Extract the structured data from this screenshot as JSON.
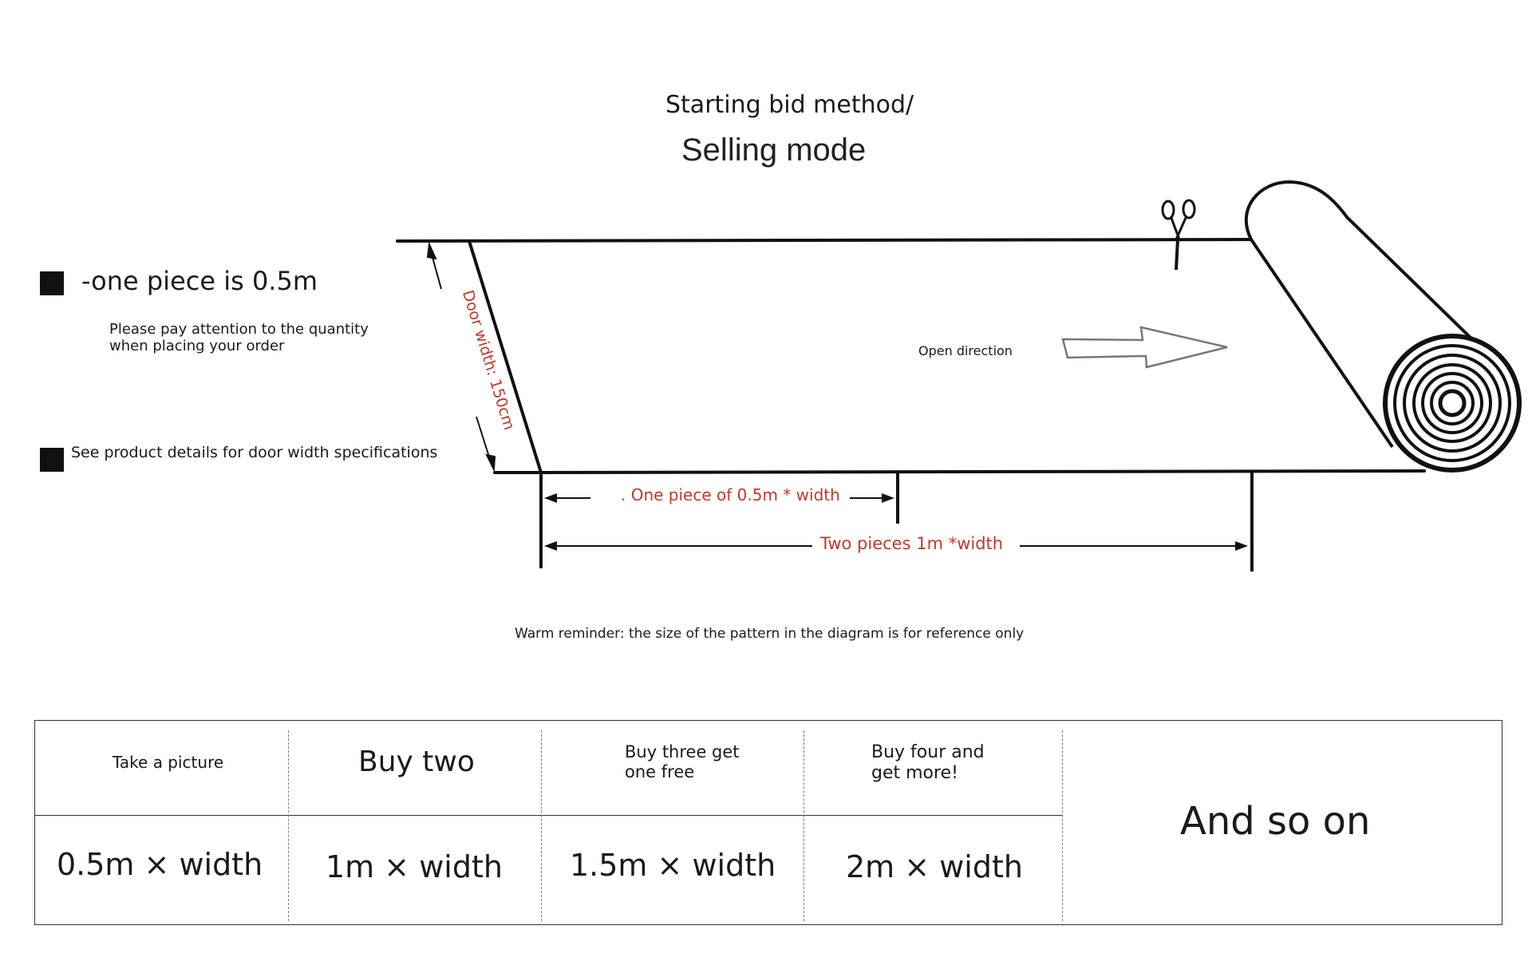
{
  "header": {
    "bid_title": "Starting bid method/",
    "mode_title": "Selling mode"
  },
  "notes": {
    "piece_label": "-one piece is 0.5m",
    "attention": "Please pay attention to the quantity when placing your order",
    "door_spec": "See product details for door width specifications"
  },
  "diagram": {
    "door_width_label": "Door width: 150cm",
    "open_direction_label": "Open direction",
    "half_piece_label": ". One piece of 0.5m * width",
    "two_pieces_label": "Two pieces 1m *width",
    "reminder": "Warm reminder: the size of the pattern in the diagram is for reference only",
    "icons": [
      "scissors-icon",
      "arrow-right-icon",
      "bullet-square-icon"
    ],
    "colors": {
      "label_red": "#c0392b",
      "stroke": "#111111"
    }
  },
  "table": {
    "headers": [
      "Take a picture",
      "Buy two",
      "Buy three get one free",
      "Buy four and get more!"
    ],
    "sizes": [
      "0.5m × width",
      "1m × width",
      "1.5m × width",
      "2m × width"
    ],
    "etc": "And so on"
  }
}
